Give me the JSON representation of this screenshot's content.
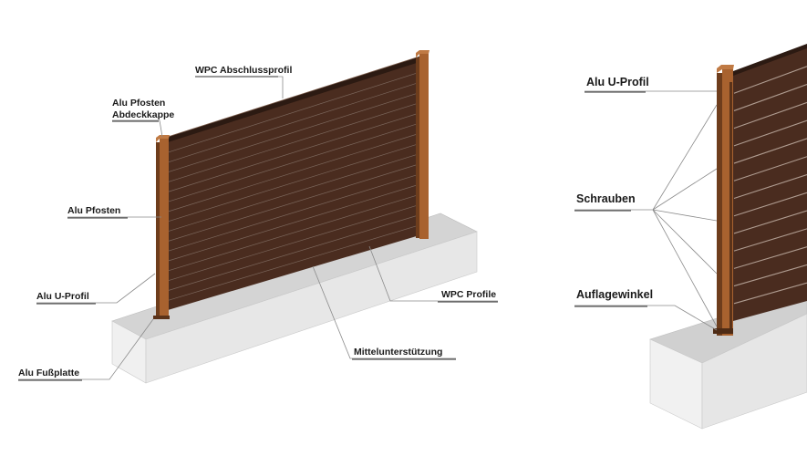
{
  "left_diagram": {
    "labels": {
      "cap_profile": "WPC Abschlussprofil",
      "post_cap_line1": "Alu Pfosten",
      "post_cap_line2": "Abdeckkappe",
      "post": "Alu Pfosten",
      "u_profile": "Alu U-Profil",
      "foot_plate": "Alu Fußplatte",
      "wpc_profiles": "WPC Profile",
      "center_support": "Mittelunterstützung"
    }
  },
  "right_diagram": {
    "labels": {
      "u_profile": "Alu U-Profil",
      "screws": "Schrauben",
      "support_bracket": "Auflagewinkel"
    }
  },
  "colors": {
    "wpc_panel": "#4a2c1f",
    "post_wood": "#a8622f",
    "post_shadow": "#6e3d1c",
    "concrete_top": "#d2d2d2",
    "concrete_front": "#e6e6e6",
    "concrete_side": "#f1f1f1"
  }
}
